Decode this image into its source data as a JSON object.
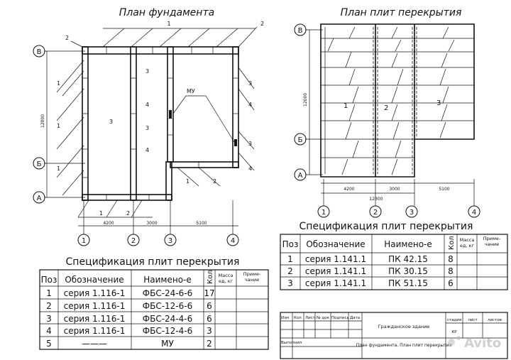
{
  "foundation_plan": {
    "title": "План фундамента",
    "axes_letters": [
      "В",
      "Б",
      "А"
    ],
    "axes_numbers": [
      "1",
      "2",
      "3",
      "4"
    ],
    "dims": [
      "4200",
      "3000",
      "5100"
    ],
    "height_dim": "12000",
    "labels": {
      "one": "1",
      "two": "2",
      "three": "3",
      "four": "4",
      "mu": "МУ"
    }
  },
  "slab_plan": {
    "title": "План плит перекрытия",
    "axes_letters": [
      "В",
      "Б",
      "А"
    ],
    "axes_numbers": [
      "1",
      "2",
      "3",
      "4"
    ],
    "dims": [
      "4200",
      "3000",
      "5100"
    ],
    "total_dim": "12300",
    "height_dim": "12000",
    "labels": {
      "one": "1",
      "two": "2",
      "three": "3"
    }
  },
  "spec_left": {
    "title": "Спецификация плит перекрытия",
    "headers": {
      "pos": "Поз",
      "designation": "Обозначение",
      "name": "Наимено-е",
      "qty": "Кол",
      "mass": "Масса ед, кг",
      "note": "Приме-чание"
    },
    "rows": [
      {
        "pos": "1",
        "designation": "серия 1.116-1",
        "name": "ФБС-24-6-6",
        "qty": "17"
      },
      {
        "pos": "2",
        "designation": "серия 1.116-1",
        "name": "ФБС-12-6-6",
        "qty": "6"
      },
      {
        "pos": "3",
        "designation": "серия 1.116-1",
        "name": "ФБС-24-4-6",
        "qty": "6"
      },
      {
        "pos": "4",
        "designation": "серия 1.116-1",
        "name": "ФБС-12-4-6",
        "qty": "3"
      },
      {
        "pos": "5",
        "designation": "———",
        "name": "МУ",
        "qty": "2"
      }
    ]
  },
  "spec_right": {
    "title": "Спецификация плит перекрытия",
    "headers": {
      "pos": "Поз",
      "designation": "Обозначение",
      "name": "Наимено-е",
      "qty": "Кол",
      "mass": "Масса ед, кг",
      "note": "Приме-чание"
    },
    "rows": [
      {
        "pos": "1",
        "designation": "серия 1.141.1",
        "name": "ПК 42.15",
        "qty": "8"
      },
      {
        "pos": "2",
        "designation": "серия 1.141.1",
        "name": "ПК 30.15",
        "qty": "8"
      },
      {
        "pos": "3",
        "designation": "серия 1.141.1",
        "name": "ПК 51.15",
        "qty": "6"
      }
    ]
  },
  "title_block": {
    "cols": [
      "Изм",
      "Кол",
      "Лист",
      "№ док",
      "Подпись",
      "Дата"
    ],
    "executed": "Выполнил",
    "project": "Гражданское здание",
    "stage_h": "стадия",
    "sheet_h": "лист",
    "sheets_h": "листов",
    "stage": "КР",
    "drawing": "План фундамента, План плит перекрытия"
  },
  "watermark": "Avito"
}
